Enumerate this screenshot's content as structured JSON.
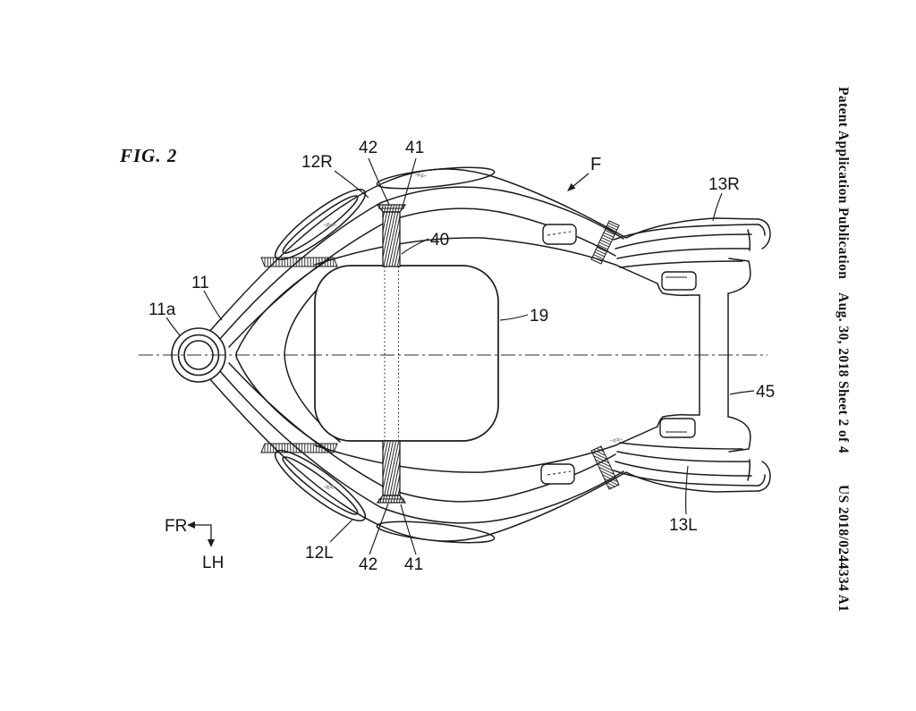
{
  "header": {
    "publication": "Patent Application Publication",
    "date_sheet": "Aug. 30, 2018  Sheet 2 of 4",
    "patent_number": "US 2018/0244334 A1"
  },
  "figure": {
    "title": "FIG. 2",
    "ref_labels": {
      "r12R": "12R",
      "r42_top": "42",
      "r41_top": "41",
      "force": "F",
      "r13R": "13R",
      "r40": "40",
      "r11": "11",
      "r11a": "11a",
      "r19": "19",
      "r45": "45",
      "r13L": "13L",
      "r12L": "12L",
      "r42_bottom": "42",
      "r41_bottom": "41",
      "dir_front": "FR",
      "dir_left": "LH"
    },
    "line_color": "#1c1c1c"
  }
}
